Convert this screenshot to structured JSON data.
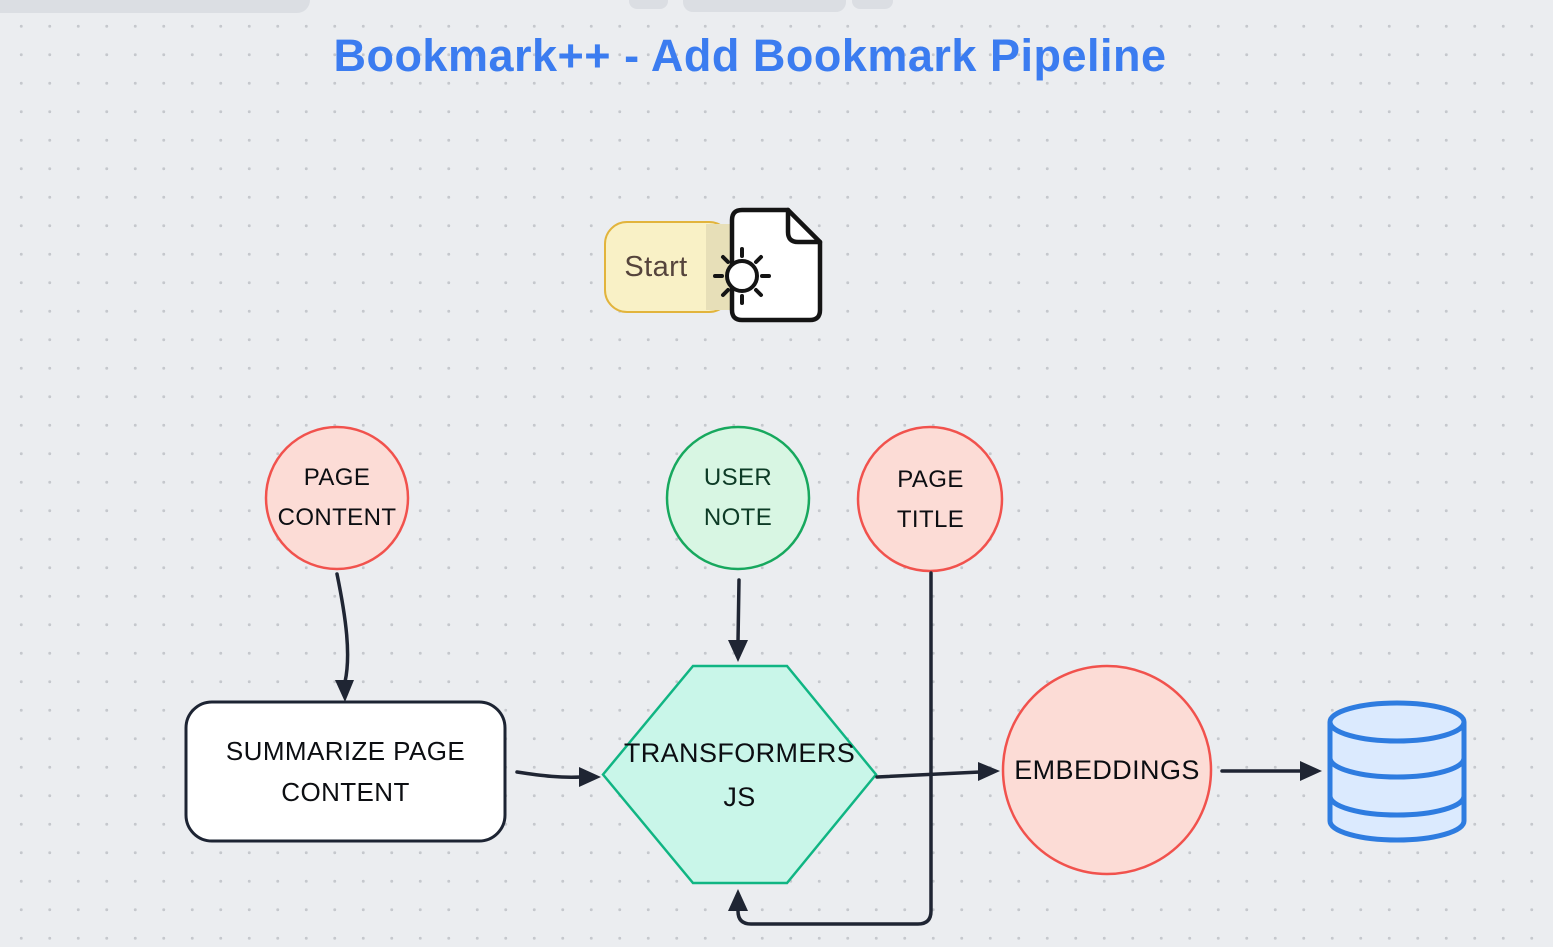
{
  "title": {
    "text": "Bookmark++ - Add Bookmark Pipeline"
  },
  "colors": {
    "canvas_bg": "#ebedf0",
    "grid_dot": "#c5c8cd",
    "title_text": "#3b7cf0",
    "arrow": "#1f2533",
    "toolbar_fragment": "#dbdee3"
  },
  "nodes": {
    "start": {
      "label": "Start",
      "fill": "#f9f1c6",
      "overlap_shade": "#e7dfb8",
      "stroke": "#e2b43c",
      "text_color": "#55443c"
    },
    "document_icon": {
      "fill": "#ffffff",
      "stroke": "#141414"
    },
    "page_content": {
      "line1": "PAGE",
      "line2": "CONTENT",
      "fill": "#fcdcd6",
      "stroke": "#f1524d"
    },
    "user_note": {
      "line1": "USER",
      "line2": "NOTE",
      "fill": "#d8f6e3",
      "stroke": "#17a85e",
      "text_color": "#0d3b26"
    },
    "page_title": {
      "line1": "PAGE",
      "line2": "TITLE",
      "fill": "#fcdcd6",
      "stroke": "#f1524d"
    },
    "summarize": {
      "line1": "SUMMARIZE PAGE",
      "line2": "CONTENT",
      "fill": "#ffffff",
      "stroke": "#1d2433"
    },
    "transformers": {
      "line1": "TRANSFORMERS",
      "line2": "JS",
      "fill": "#c9f6e9",
      "stroke": "#10b583"
    },
    "embeddings": {
      "label": "EMBEDDINGS",
      "fill": "#fcdcd6",
      "stroke": "#f1524d"
    },
    "database": {
      "fill": "#dbeafe",
      "stroke": "#2e7ce0"
    }
  },
  "edges": [
    {
      "from": "page-content",
      "to": "summarize-page-content"
    },
    {
      "from": "summarize-page-content",
      "to": "transformers-js"
    },
    {
      "from": "user-note",
      "to": "transformers-js"
    },
    {
      "from": "page-title",
      "to": "transformers-js"
    },
    {
      "from": "transformers-js",
      "to": "embeddings"
    },
    {
      "from": "embeddings",
      "to": "database"
    }
  ]
}
